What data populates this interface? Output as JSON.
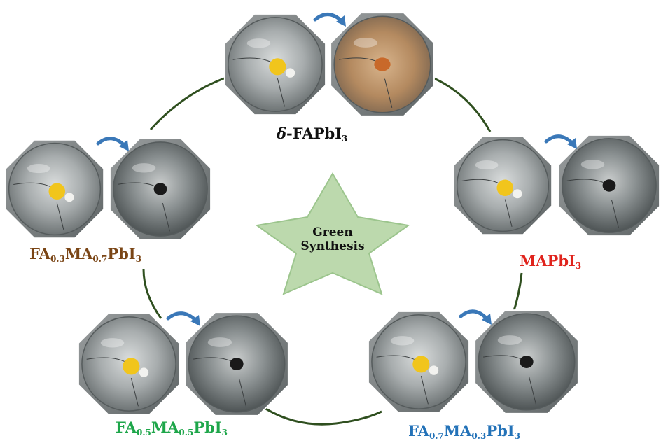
{
  "center": {
    "line1": "Green",
    "line2": "Synthesis"
  },
  "colors": {
    "ring": "#2f4f1f",
    "star_fill": "#bcd9ad",
    "star_stroke": "#9cc58d",
    "arrow": "#3a78b8",
    "powder_yellow": "#f1c51c",
    "powder_white": "#f2f2ef",
    "orange_patch": "#c8692a",
    "black_patch": "#1a1a1a"
  },
  "stations": [
    {
      "id": "d-fapbi3",
      "label_prefix": "δ",
      "label_main": "-FAPbI",
      "label_sub": "3",
      "color": "#111111",
      "after_state": "brown"
    },
    {
      "id": "mapbi3",
      "parts": [
        "MAPbI",
        "3"
      ],
      "color": "#e0231c",
      "after_state": "black"
    },
    {
      "id": "fa07",
      "parts": [
        "FA",
        "0.7",
        "MA",
        "0.3",
        "PbI",
        "3"
      ],
      "color": "#2372b8",
      "after_state": "black"
    },
    {
      "id": "fa05",
      "parts": [
        "FA",
        "0.5",
        "MA",
        "0.5",
        "PbI",
        "3"
      ],
      "color": "#1ea64a",
      "after_state": "black"
    },
    {
      "id": "fa03",
      "parts": [
        "FA",
        "0.3",
        "MA",
        "0.7",
        "PbI",
        "3"
      ],
      "color": "#7a4515",
      "after_state": "black"
    }
  ]
}
